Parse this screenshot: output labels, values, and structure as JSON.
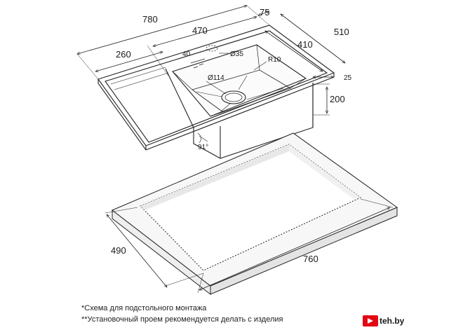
{
  "sink": {
    "dims": {
      "overall_length": "780",
      "bowl_length": "470",
      "drainboard_length": "260",
      "side_margin": "75",
      "overall_depth": "510",
      "bowl_depth": "410",
      "rim_width": "25",
      "bowl_height": "200",
      "corner_radius": "R10",
      "drain_diameter": "Ø114",
      "tap_hole_diameter": "Ø35",
      "tap_offset": "40",
      "edge_angle": "91°"
    }
  },
  "cutout": {
    "dims": {
      "width": "760",
      "depth": "490"
    }
  },
  "notes": {
    "line1": "*Схема для подстольного монтажа",
    "line2": "**Установочный проем рекомендуется делать с изделия"
  },
  "watermark": {
    "text": "teh.by",
    "logo_icon": "play-arrow-icon",
    "logo_color": "#e30613"
  }
}
